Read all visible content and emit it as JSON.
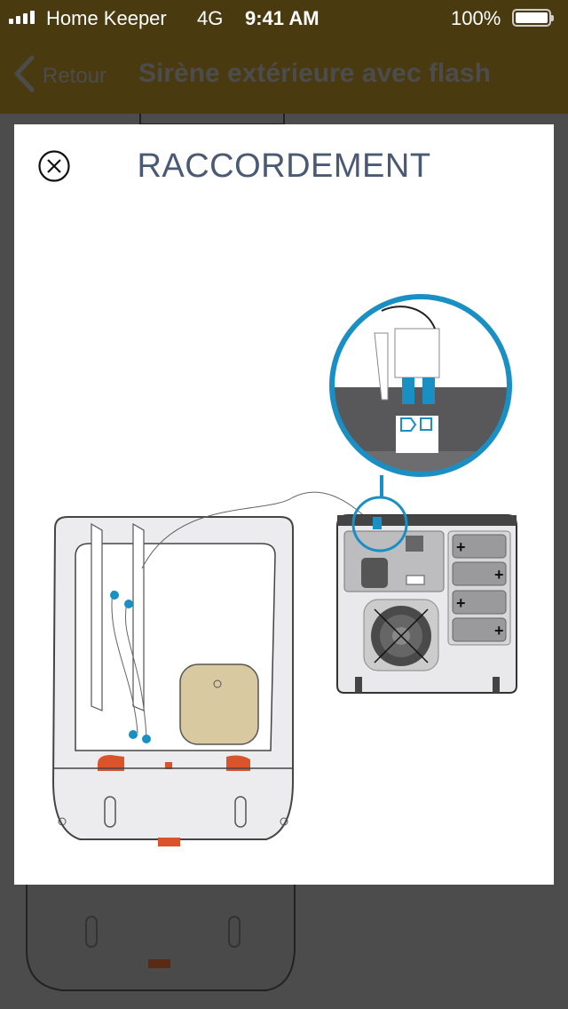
{
  "status_bar": {
    "carrier": "Home Keeper",
    "network": "4G",
    "time": "9:41 AM",
    "battery": "100%",
    "battery_level": 100
  },
  "nav": {
    "back_label": "Retour",
    "title": "Sirène extérieure avec flash"
  },
  "modal": {
    "title": "RACCORDEMENT",
    "close_icon": "close-circle-icon"
  },
  "colors": {
    "accent": "#1a8fc4",
    "title": "#4a5a74",
    "navbar": "#4a3a10"
  }
}
